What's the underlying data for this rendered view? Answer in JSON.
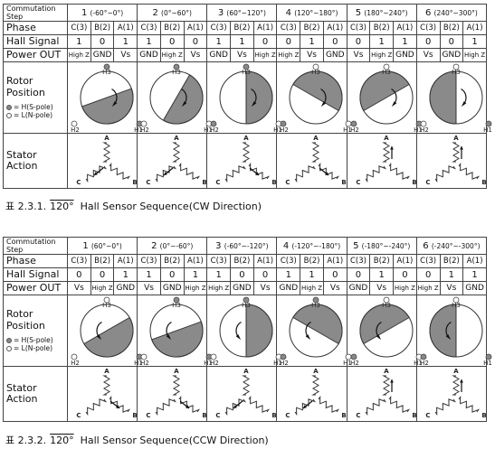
{
  "labels": {
    "step": "Commutation Step",
    "phase": "Phase",
    "hall": "Hall Signal",
    "power": "Power OUT",
    "rotor": "Rotor Position",
    "legend_h": "= H(S-pole)",
    "legend_l": "= L(N-pole)",
    "stator": "Stator Action"
  },
  "sensor_labels": {
    "top": "H3",
    "left": "H2",
    "right": "H1"
  },
  "coil_labels": {
    "top": "A",
    "left": "C",
    "right": "B"
  },
  "phases": [
    "C(3)",
    "B(2)",
    "A(1)"
  ],
  "tables": [
    {
      "caption_prefix": "표 2.3.1.",
      "caption_num": "120°",
      "caption_text": "Hall Sensor Sequence(CW Direction)",
      "steps": [
        {
          "no": "1",
          "range": "(-60°~0°)",
          "hall": [
            "1",
            "0",
            "1"
          ],
          "power": [
            "High Z",
            "GND",
            "Vs"
          ],
          "sensors": {
            "top": "filled",
            "left": "hollow",
            "right": "filled"
          },
          "rotor": {
            "filled_from": -20,
            "arrow": "cw"
          },
          "stator_arrow": "left"
        },
        {
          "no": "2",
          "range": "(0°~60°)",
          "hall": [
            "1",
            "0",
            "0"
          ],
          "power": [
            "GND",
            "High Z",
            "Vs"
          ],
          "sensors": {
            "top": "filled",
            "left": "hollow",
            "right": "hollow"
          },
          "rotor": {
            "filled_from": -60,
            "arrow": "cw"
          },
          "stator_arrow": "left"
        },
        {
          "no": "3",
          "range": "(60°~120°)",
          "hall": [
            "1",
            "1",
            "0"
          ],
          "power": [
            "GND",
            "Vs",
            "High Z"
          ],
          "sensors": {
            "top": "filled",
            "left": "filled",
            "right": "hollow"
          },
          "rotor": {
            "filled_from": -90,
            "arrow": "cw"
          },
          "stator_arrow": "right"
        },
        {
          "no": "4",
          "range": "(120°~180°)",
          "hall": [
            "0",
            "1",
            "0"
          ],
          "power": [
            "High Z",
            "Vs",
            "GND"
          ],
          "sensors": {
            "top": "hollow",
            "left": "filled",
            "right": "hollow"
          },
          "rotor": {
            "filled_from": -150,
            "arrow": "cw"
          },
          "stator_arrow": "right"
        },
        {
          "no": "5",
          "range": "(180°~240°)",
          "hall": [
            "0",
            "1",
            "1"
          ],
          "power": [
            "Vs",
            "High Z",
            "GND"
          ],
          "sensors": {
            "top": "hollow",
            "left": "filled",
            "right": "filled"
          },
          "rotor": {
            "filled_from": 150,
            "arrow": "cw"
          },
          "stator_arrow": "top"
        },
        {
          "no": "6",
          "range": "(240°~300°)",
          "hall": [
            "0",
            "0",
            "1"
          ],
          "power": [
            "Vs",
            "GND",
            "High Z"
          ],
          "sensors": {
            "top": "hollow",
            "left": "hollow",
            "right": "filled"
          },
          "rotor": {
            "filled_from": 90,
            "arrow": "cw"
          },
          "stator_arrow": "top"
        }
      ]
    },
    {
      "caption_prefix": "표 2.3.2.",
      "caption_num": "120°",
      "caption_text": "Hall Sensor Sequence(CCW Direction)",
      "steps": [
        {
          "no": "1",
          "range": "(60°~0°)",
          "hall": [
            "0",
            "0",
            "1"
          ],
          "power": [
            "Vs",
            "High Z",
            "GND"
          ],
          "sensors": {
            "top": "hollow",
            "left": "hollow",
            "right": "filled"
          },
          "rotor": {
            "filled_from": -30,
            "arrow": "ccw"
          },
          "stator_arrow": "right"
        },
        {
          "no": "2",
          "range": "(0°~-60°)",
          "hall": [
            "1",
            "0",
            "1"
          ],
          "power": [
            "Vs",
            "GND",
            "High Z"
          ],
          "sensors": {
            "top": "filled",
            "left": "hollow",
            "right": "filled"
          },
          "rotor": {
            "filled_from": -20,
            "arrow": "ccw"
          },
          "stator_arrow": "right"
        },
        {
          "no": "3",
          "range": "(-60°~-120°)",
          "hall": [
            "1",
            "0",
            "0"
          ],
          "power": [
            "High Z",
            "GND",
            "Vs"
          ],
          "sensors": {
            "top": "filled",
            "left": "hollow",
            "right": "hollow"
          },
          "rotor": {
            "filled_from": -90,
            "arrow": "ccw"
          },
          "stator_arrow": "left"
        },
        {
          "no": "4",
          "range": "(-120°~-180°)",
          "hall": [
            "1",
            "1",
            "0"
          ],
          "power": [
            "GND",
            "High Z",
            "Vs"
          ],
          "sensors": {
            "top": "filled",
            "left": "filled",
            "right": "hollow"
          },
          "rotor": {
            "filled_from": -150,
            "arrow": "ccw"
          },
          "stator_arrow": "left"
        },
        {
          "no": "5",
          "range": "(-180°~-240°)",
          "hall": [
            "0",
            "1",
            "0"
          ],
          "power": [
            "GND",
            "Vs",
            "High Z"
          ],
          "sensors": {
            "top": "hollow",
            "left": "filled",
            "right": "hollow"
          },
          "rotor": {
            "filled_from": 150,
            "arrow": "ccw"
          },
          "stator_arrow": "top"
        },
        {
          "no": "6",
          "range": "(-240°~-300°)",
          "hall": [
            "0",
            "1",
            "1"
          ],
          "power": [
            "High Z",
            "Vs",
            "GND"
          ],
          "sensors": {
            "top": "hollow",
            "left": "filled",
            "right": "filled"
          },
          "rotor": {
            "filled_from": 90,
            "arrow": "ccw"
          },
          "stator_arrow": "top"
        }
      ]
    }
  ]
}
